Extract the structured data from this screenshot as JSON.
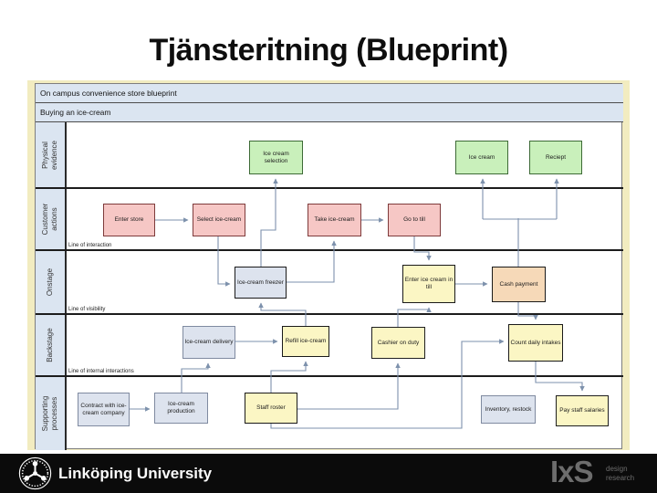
{
  "slide": {
    "title": "Tjänsteritning (Blueprint)"
  },
  "diagram": {
    "header_row1": "On campus convenience store blueprint",
    "header_row2": "Buying an ice-cream",
    "lane_labels": {
      "physical": "Physical evidence",
      "customer": "Customer actions",
      "onstage": "Onstage",
      "backstage": "Backstage",
      "supporting": "Supporting processes"
    },
    "separator_labels": {
      "interaction": "Line of interaction",
      "visibility": "Line of visibility",
      "internal": "Line of internal interactions"
    },
    "boxes": {
      "ice_cream_selection": "Ice cream selection",
      "ice_cream": "Ice cream",
      "reciept": "Reciept",
      "enter_store": "Enter store",
      "select_ice_cream": "Select ice-cream",
      "take_ice_cream": "Take ice-cream",
      "go_to_till": "Go to till",
      "ice_cream_freezer": "Ice-cream freezer",
      "enter_ice_cream_in_till": "Enter ice cream in till",
      "cash_payment": "Cash payment",
      "ice_cream_delivery": "Ice-cream delivery",
      "refill_ice_cream": "Refill ice-cream",
      "cashier_on_duty": "Cashier on duty",
      "count_daily_intakes": "Count daily intakes",
      "contract_with_ice_cream_company": "Contract with ice-cream company",
      "ice_cream_production": "Ice-cream production",
      "staff_roster": "Staff roster",
      "inventory_restock": "Inventory, restock",
      "pay_staff_salaries": "Pay staff salaries"
    }
  },
  "footer": {
    "university": "Linköping University",
    "brand": "IxS",
    "brand_sub1": "design",
    "brand_sub2": "research"
  },
  "colors": {
    "lane_fill": "#dbe5f1",
    "green_fill": "#c9f0bb",
    "pink_fill": "#f6c7c5",
    "yellow_fill": "#fbf6c4",
    "peach_fill": "#f6d9b8",
    "gray_fill": "#dde3ee",
    "connector": "#7d91ac",
    "cream_edge": "#f2ecc0",
    "footer_bg": "#0b0b0b"
  }
}
